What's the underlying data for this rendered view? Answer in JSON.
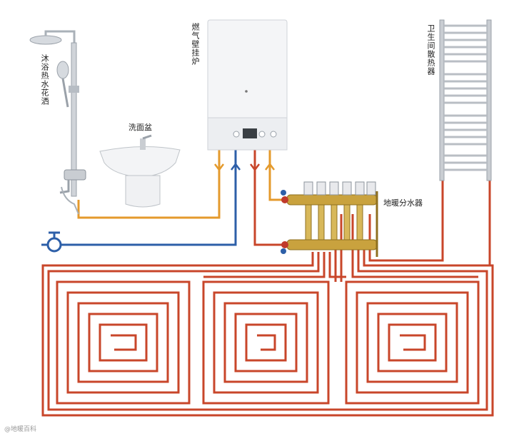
{
  "labels": {
    "shower": "沐浴热水花洒",
    "basin": "洗面盆",
    "boiler": "燃气壁挂炉",
    "towel_radiator": "卫生间散热器",
    "manifold": "地暖分水器"
  },
  "watermark": "@地暖百科",
  "colors": {
    "hot_pipe": "#c8462a",
    "warm_pipe": "#e49a2c",
    "cold_pipe": "#2d5fa8",
    "boiler_body": "#f4f5f7",
    "brass": "#c9a23e",
    "chrome": "#c7ccd2"
  },
  "icons": [
    "shower-icon",
    "basin-icon",
    "boiler-icon",
    "towel-radiator-icon",
    "manifold-icon",
    "water-valve-icon"
  ]
}
